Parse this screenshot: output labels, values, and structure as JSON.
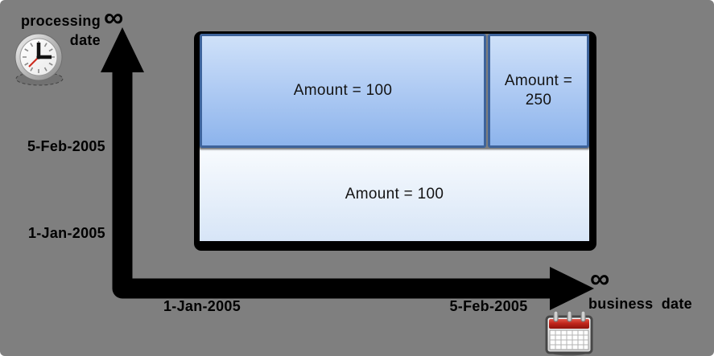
{
  "colors": {
    "background": "#7F7F7F",
    "axis": "#000000",
    "box_border": "#3D639B",
    "box_blue_top": "#CFE1F9",
    "box_blue_bottom": "#8DB4EC",
    "box_light_top": "#F8FBFE",
    "box_light_bottom": "#D7E5F7",
    "calendar_red": "#C0261C",
    "clock_second_hand": "#CC2A1E"
  },
  "y_axis": {
    "title_line1": "processing",
    "title_line2": "date",
    "infinity": "∞",
    "icon": "clock-icon",
    "ticks": [
      "5-Feb-2005",
      "1-Jan-2005"
    ]
  },
  "x_axis": {
    "title": "business date",
    "infinity": "∞",
    "icon": "calendar-icon",
    "ticks": [
      "1-Jan-2005",
      "5-Feb-2005"
    ]
  },
  "regions": {
    "top_left": {
      "label": "Amount = 100"
    },
    "top_right": {
      "label": "Amount =\n250"
    },
    "bottom": {
      "label": "Amount = 100"
    }
  }
}
